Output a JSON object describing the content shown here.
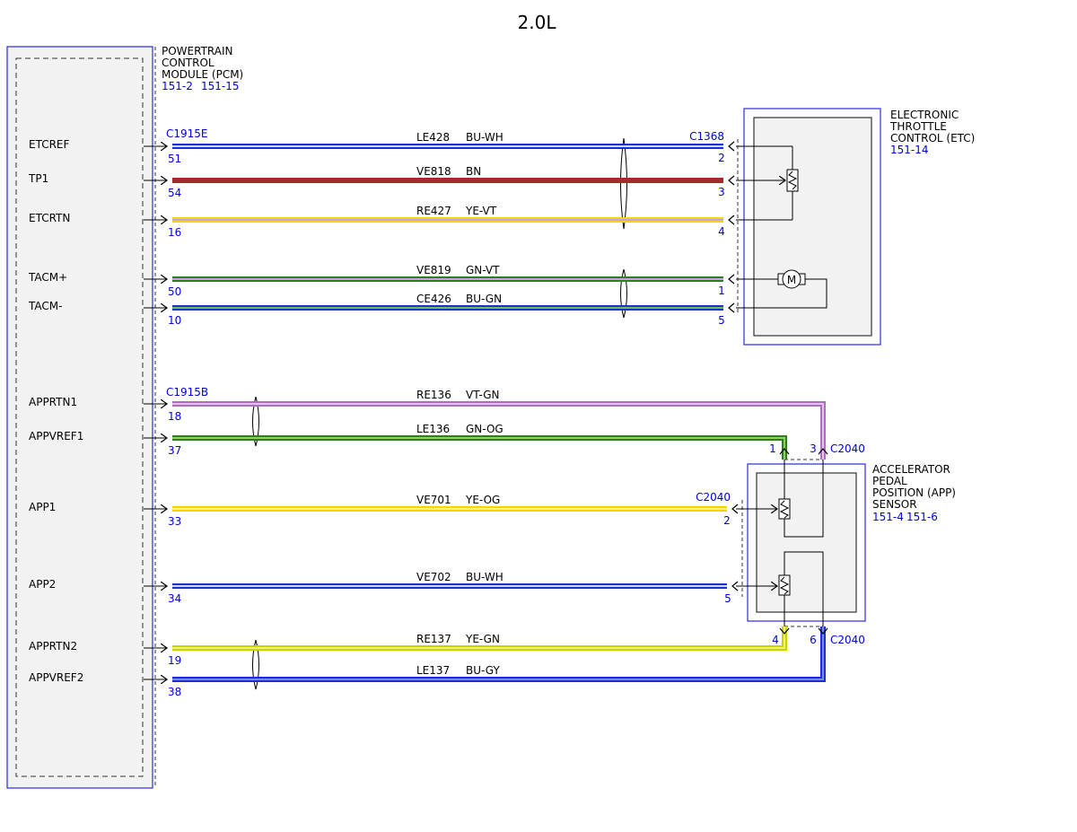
{
  "title": "2.0L",
  "colors": {
    "link": "#0000dd",
    "box_border": "#2b2bd9",
    "box_fill": "#f2f2f2"
  },
  "pcm": {
    "name_lines": [
      "POWERTRAIN",
      "CONTROL",
      "MODULE (PCM)"
    ],
    "refs": [
      "151-2",
      "151-15"
    ],
    "connector_top": "C1915E",
    "connector_bottom": "C1915B"
  },
  "etc": {
    "name_lines": [
      "ELECTRONIC",
      "THROTTLE",
      "CONTROL (ETC)"
    ],
    "ref": "151-14",
    "connector": "C1368",
    "motor_label": "M"
  },
  "app": {
    "name_lines": [
      "ACCELERATOR",
      "PEDAL",
      "POSITION (APP)",
      "SENSOR"
    ],
    "refs": [
      "151-4",
      "151-6"
    ],
    "connector": "C2040"
  },
  "circuits": [
    {
      "signal": "ETCREF",
      "pin": "51",
      "wire": "LE428",
      "color": "BU-WH",
      "end_pin": "2",
      "hex": [
        "#1a2fd8",
        "#cfd6ff"
      ]
    },
    {
      "signal": "TP1",
      "pin": "54",
      "wire": "VE818",
      "color": "BN",
      "end_pin": "3",
      "hex": [
        "#a52a2a",
        "#a52a2a"
      ]
    },
    {
      "signal": "ETCRTN",
      "pin": "16",
      "wire": "RE427",
      "color": "YE-VT",
      "end_pin": "4",
      "hex": [
        "#f2d800",
        "#c8a0e8"
      ]
    },
    {
      "signal": "TACM+",
      "pin": "50",
      "wire": "VE819",
      "color": "GN-VT",
      "end_pin": "1",
      "hex": [
        "#2e7d1e",
        "#c8a0e8"
      ]
    },
    {
      "signal": "TACM-",
      "pin": "10",
      "wire": "CE426",
      "color": "BU-GN",
      "end_pin": "5",
      "hex": [
        "#1a2fd8",
        "#6fbf4a"
      ]
    },
    {
      "signal": "APPRTN1",
      "pin": "18",
      "wire": "RE136",
      "color": "VT-GN",
      "end_pin": "3",
      "hex": [
        "#b06cc0",
        "#e3c2ea"
      ]
    },
    {
      "signal": "APPVREF1",
      "pin": "37",
      "wire": "LE136",
      "color": "GN-OG",
      "end_pin": "1",
      "hex": [
        "#2e7d1e",
        "#8fd05a"
      ]
    },
    {
      "signal": "APP1",
      "pin": "33",
      "wire": "VE701",
      "color": "YE-OG",
      "end_pin": "2",
      "hex": [
        "#f2d800",
        "#fff17a"
      ]
    },
    {
      "signal": "APP2",
      "pin": "34",
      "wire": "VE702",
      "color": "BU-WH",
      "end_pin": "5",
      "hex": [
        "#1a2fd8",
        "#cfd6ff"
      ]
    },
    {
      "signal": "APPRTN2",
      "pin": "19",
      "wire": "RE137",
      "color": "YE-GN",
      "end_pin": "4",
      "hex": [
        "#c8d400",
        "#f2f27a"
      ]
    },
    {
      "signal": "APPVREF2",
      "pin": "38",
      "wire": "LE137",
      "color": "BU-GY",
      "end_pin": "6",
      "hex": [
        "#1a2fd8",
        "#7a8ad8"
      ]
    }
  ]
}
